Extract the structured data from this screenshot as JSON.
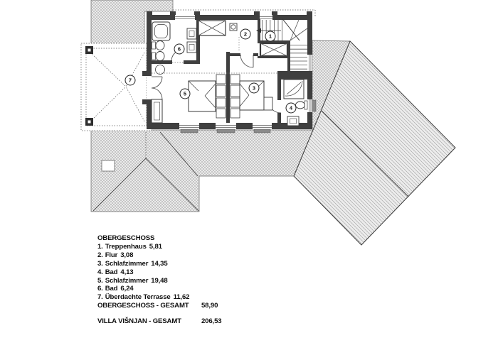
{
  "legend": {
    "heading": "OBERGESCHOSS",
    "rooms": [
      {
        "num": "1.",
        "name": "Treppenhaus",
        "area": "5,81"
      },
      {
        "num": "2.",
        "name": "Flur",
        "area": "3,08"
      },
      {
        "num": "3.",
        "name": "Schlafzimmer",
        "area": "14,35"
      },
      {
        "num": "4.",
        "name": "Bad",
        "area": "4,13"
      },
      {
        "num": "5.",
        "name": "Schlafzimmer",
        "area": "19,48"
      },
      {
        "num": "6.",
        "name": "Bad",
        "area": "6,24"
      },
      {
        "num": "7.",
        "name": "Überdachte Terrasse",
        "area": "11,62"
      }
    ],
    "total": {
      "label": "OBERGESCHOSS - GESAMT",
      "value": "58,90"
    },
    "grand": {
      "label": "VILLA VIŠNJAN - GESAMT",
      "value": "206,53"
    }
  },
  "plan": {
    "labels": [
      "1",
      "2",
      "3",
      "4",
      "5",
      "6",
      "7"
    ],
    "colors": {
      "wall": "#3f3f3f",
      "ink": "#111111",
      "hatch_line": "#a9a9a9"
    }
  }
}
